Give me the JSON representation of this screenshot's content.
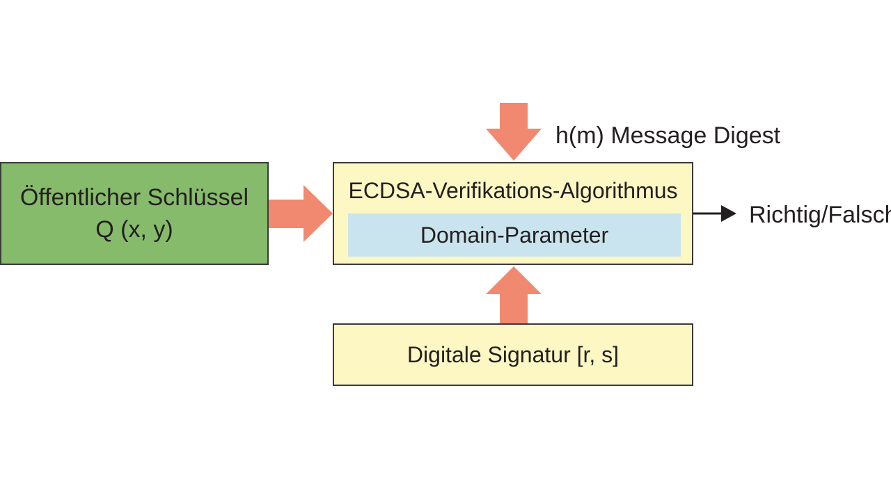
{
  "diagram": {
    "public_key": {
      "line1": "Öffentlicher Schlüssel",
      "line2": "Q (x, y)"
    },
    "algorithm": {
      "title": "ECDSA-Verifikations-Algorithmus",
      "domain_parameter": "Domain-Parameter"
    },
    "signature": {
      "label": "Digitale Signatur [r, s]"
    },
    "message_digest": {
      "label": "h(m) Message Digest"
    },
    "result": {
      "label": "Richtig/Falsch"
    },
    "colors": {
      "public_key_fill": "#86bb6b",
      "algorithm_fill": "#fdf7c4",
      "domain_fill": "#c9e4ee",
      "signature_fill": "#fdf7c4",
      "input_arrow": "#f0896f",
      "output_arrow": "#231f20",
      "border": "#3a3a3a"
    }
  }
}
